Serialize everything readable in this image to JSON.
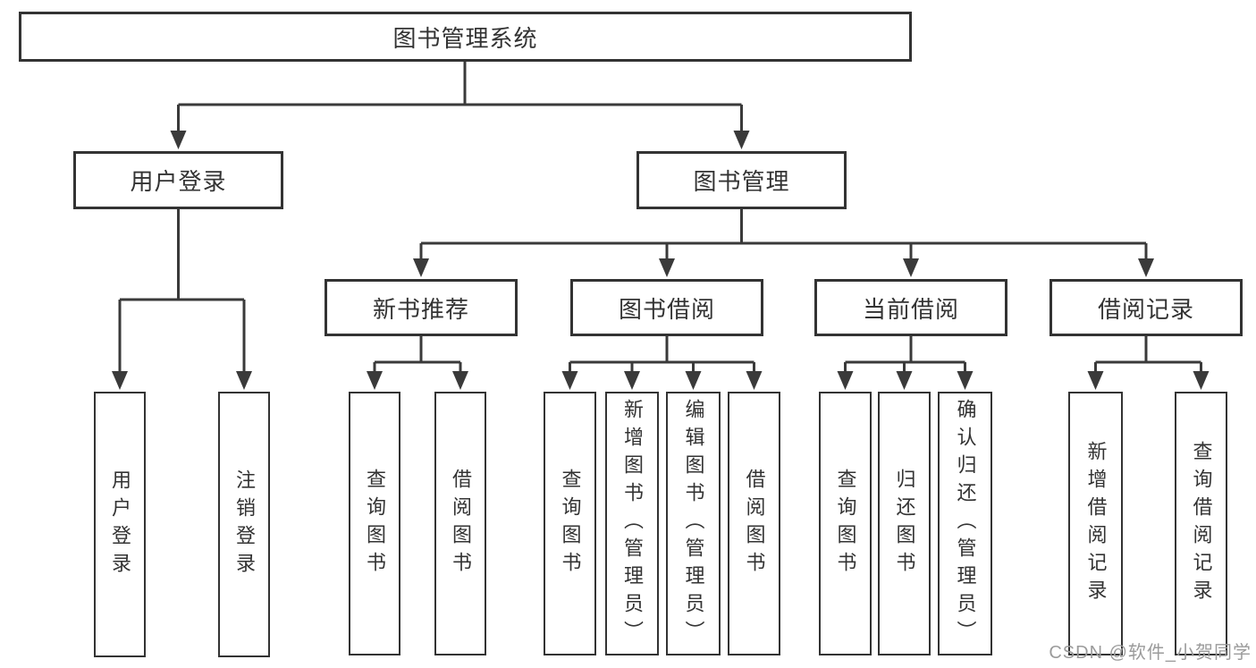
{
  "title": "图书管理系统",
  "nodes": {
    "root": "图书管理系统",
    "user_login": "用户登录",
    "book_mgmt": "图书管理",
    "new_books": "新书推荐",
    "book_borrow": "图书借阅",
    "current_borrow": "当前借阅",
    "borrow_records": "借阅记录",
    "ul_login": "用户登录",
    "ul_logout": "注销登录",
    "nb_query": "查询图书",
    "nb_borrow": "借阅图书",
    "bb_query": "查询图书",
    "bb_add": "新增图书（管理员）",
    "bb_edit": "编辑图书（管理员）",
    "bb_borrow": "借阅图书",
    "cb_query": "查询图书",
    "cb_return": "归还图书",
    "cb_confirm": "确认归还（管理员）",
    "br_add": "新增借阅记录",
    "br_query": "查询借阅记录"
  },
  "hierarchy": {
    "图书管理系统": [
      "用户登录",
      "图书管理"
    ],
    "用户登录": [
      "用户登录",
      "注销登录"
    ],
    "图书管理": [
      "新书推荐",
      "图书借阅",
      "当前借阅",
      "借阅记录"
    ],
    "新书推荐": [
      "查询图书",
      "借阅图书"
    ],
    "图书借阅": [
      "查询图书",
      "新增图书（管理员）",
      "编辑图书（管理员）",
      "借阅图书"
    ],
    "当前借阅": [
      "查询图书",
      "归还图书",
      "确认归还（管理员）"
    ],
    "借阅记录": [
      "新增借阅记录",
      "查询借阅记录"
    ]
  },
  "watermark": "CSDN @软件_小贺同学",
  "colors": {
    "line": "#3a3a3a",
    "border": "#333333",
    "text": "#333333",
    "watermark": "#9b9b9b",
    "background": "#ffffff"
  }
}
